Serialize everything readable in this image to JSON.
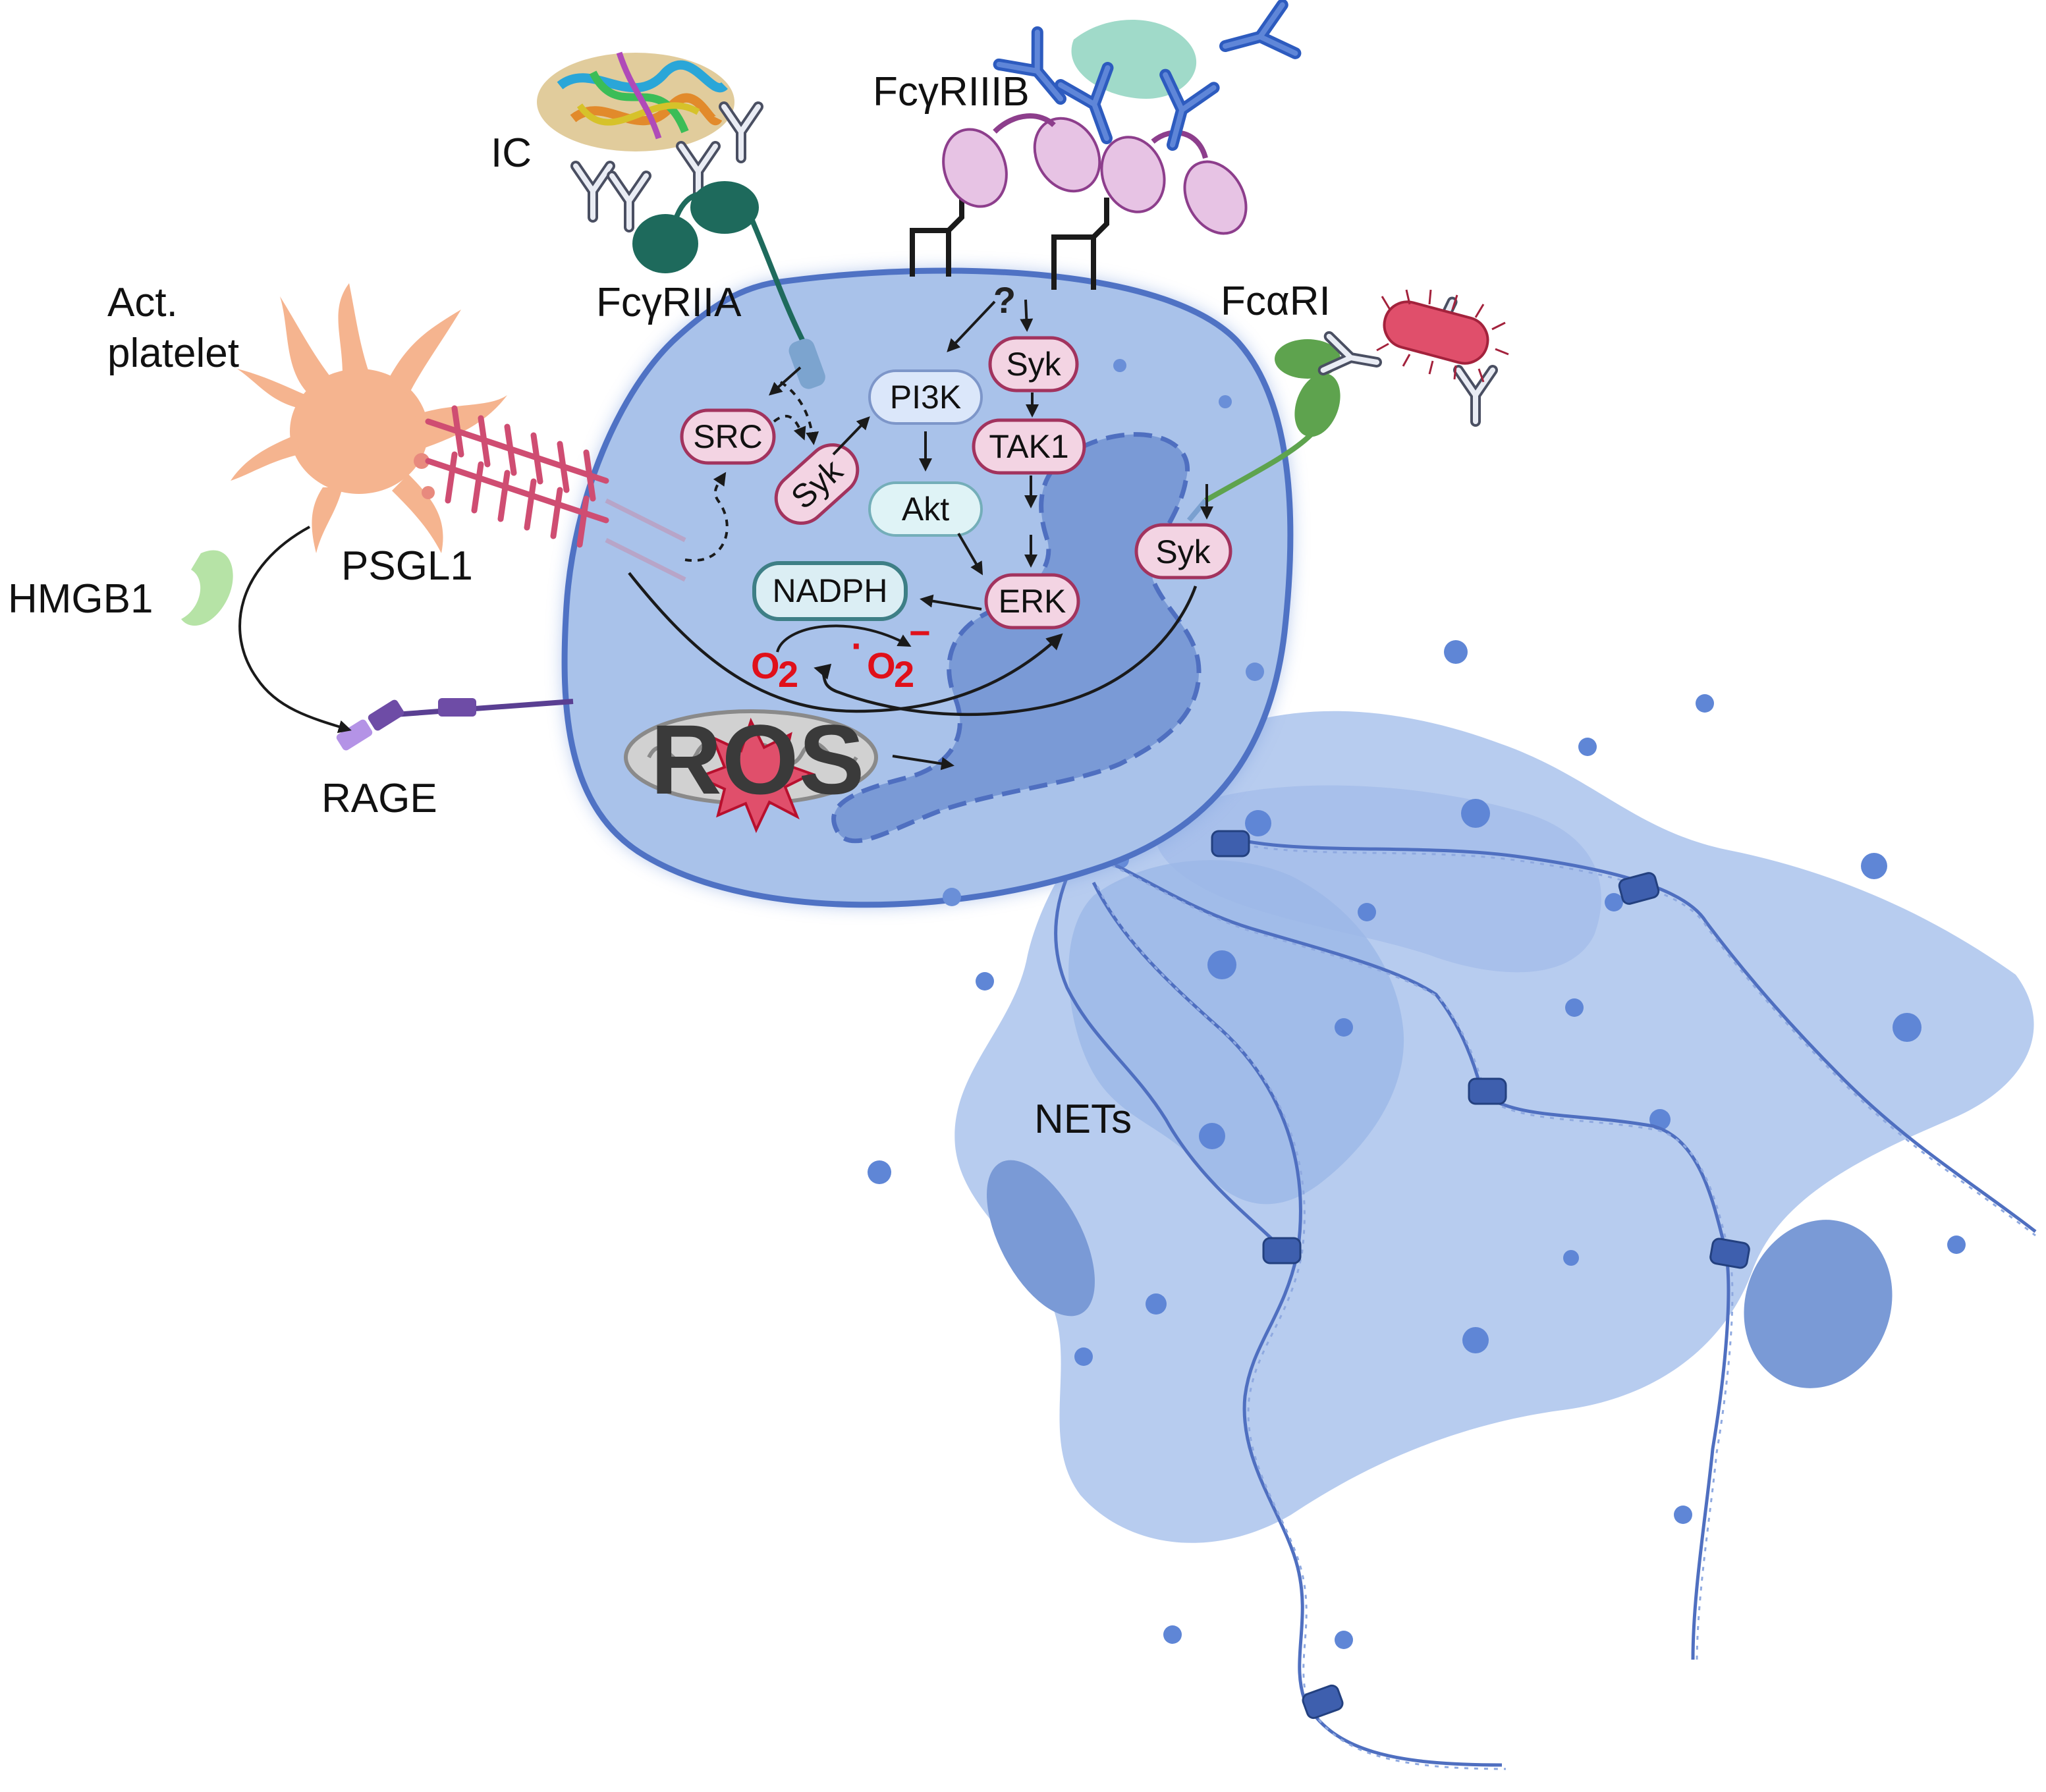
{
  "labels": {
    "ic": "IC",
    "fcgriiib": "FcγRIIIB",
    "fcgriia": "FcγRIIA",
    "fcari": "FcαRI",
    "act_platelet_line1": "Act.",
    "act_platelet_line2": "platelet",
    "psgl1": "PSGL1",
    "hmgb1": "HMGB1",
    "rage": "RAGE",
    "nets": "NETs",
    "ros": "ROS"
  },
  "nodes": {
    "src": "SRC",
    "syk_left": "Syk",
    "pi3k": "PI3K",
    "akt": "Akt",
    "nadph": "NADPH",
    "syk_top": "Syk",
    "tak1": "TAK1",
    "erk": "ERK",
    "syk_right": "Syk",
    "question": "?"
  },
  "species": {
    "o2": "O",
    "o2_sub": "2",
    "superoxide_dot": "·",
    "superoxide": "O",
    "superoxide_sub": "2",
    "superoxide_charge": "−"
  },
  "colors": {
    "cell_fill": "#a9c2ea",
    "cell_outline": "#4f72c4",
    "nucleus": "#7a9ad6",
    "net_cloud": "#b3c9ee",
    "dna": "#4f6fc0",
    "kinase_fill": "#f3d4e3",
    "kinase_stroke": "#a2335e",
    "light_node_fill": "#dbe7fa",
    "akt_fill": "#dff3f6",
    "platelet": "#f5b48f",
    "psgl1": "#cf4d72",
    "hmgb1": "#b6e3a6",
    "rage": "#6e4ca6",
    "fcgriia": "#1e6a5c",
    "fcgriiib": "#e7c3e4",
    "fcari": "#5ea34e",
    "bacterium": "#e04f6b",
    "ros_red": "#e0101a"
  }
}
